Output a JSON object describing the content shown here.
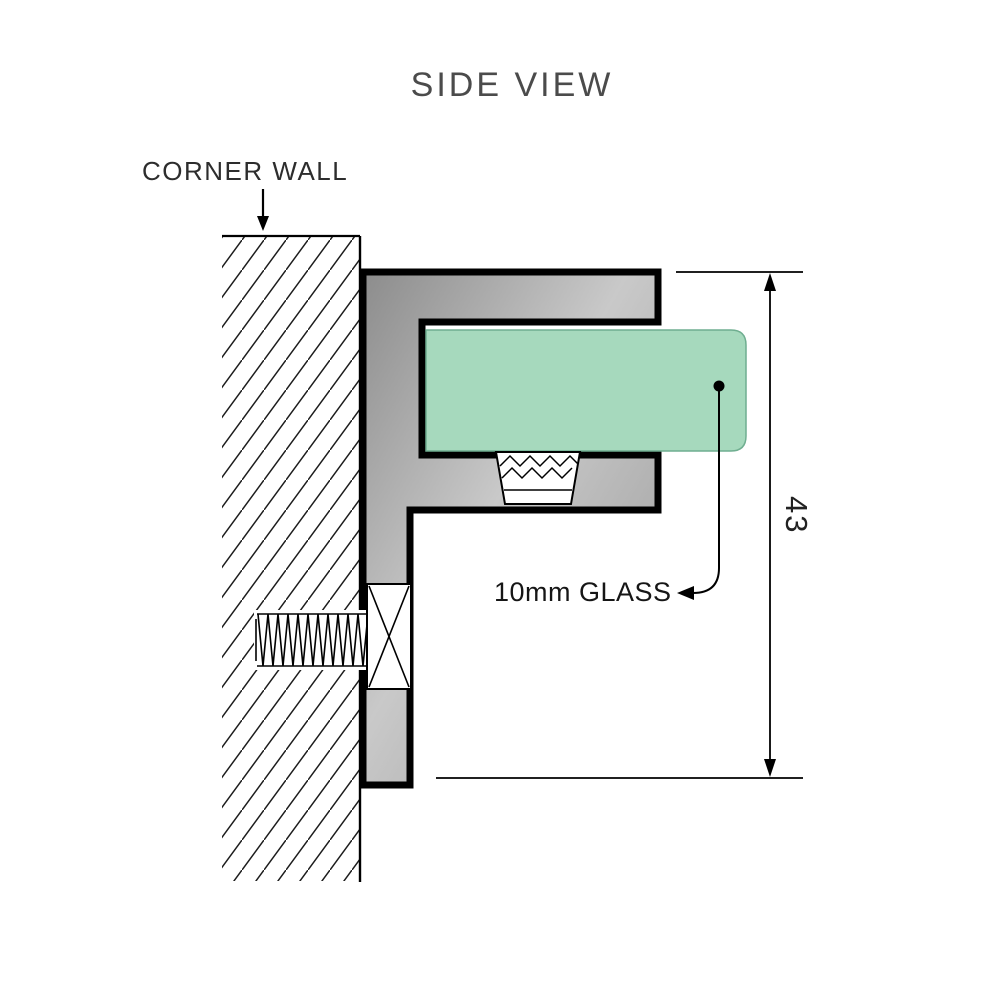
{
  "title": "SIDE VIEW",
  "labels": {
    "corner_wall": "CORNER WALL",
    "glass": "10mm GLASS"
  },
  "dimension": {
    "value": "43"
  },
  "icons": {
    "down_arrow": "corner-wall-pointer-arrow",
    "left_arrow": "glass-leader-arrow",
    "dimension_arrows": "dimension-arrowheads"
  },
  "colors": {
    "glass": "#a6d9bd",
    "glass_edge": "#6fae90",
    "bracket_fill_light": "#c9c9c9",
    "bracket_fill_dark": "#8c8c8c",
    "outline": "#000000",
    "title_text": "#4b4b4b",
    "label_text": "#1f1f1f"
  }
}
